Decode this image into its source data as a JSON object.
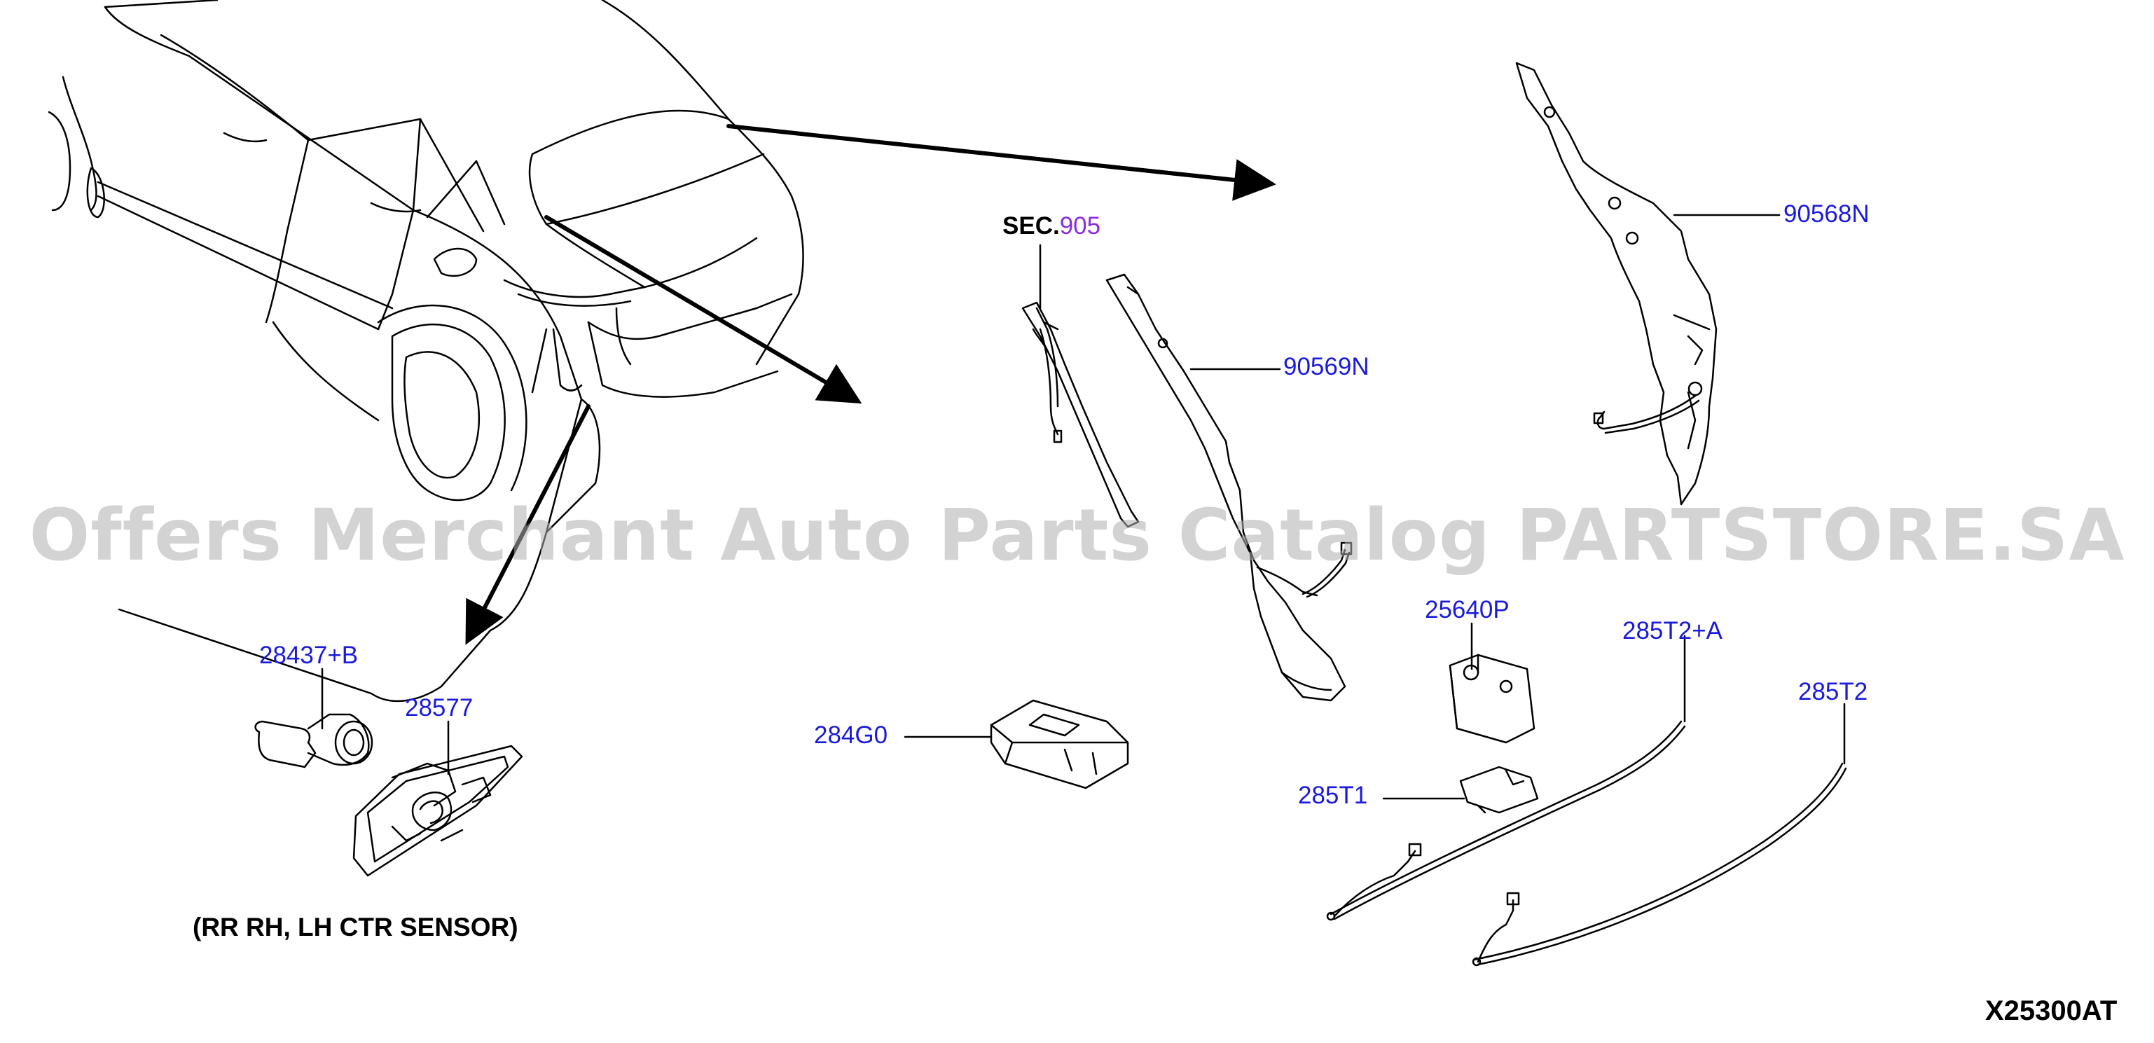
{
  "watermark": "Offers Merchant Auto Parts Catalog PARTSTORE.SA",
  "diagram_code": "X25300AT",
  "note": "(RR RH, LH CTR SENSOR)",
  "section_ref": {
    "prefix": "SEC.",
    "number": "905"
  },
  "parts": {
    "p_90568N": "90568N",
    "p_90569N": "90569N",
    "p_25640P": "25640P",
    "p_285T2A": "285T2+A",
    "p_285T2": "285T2",
    "p_285T1": "285T1",
    "p_284G0": "284G0",
    "p_28437B": "28437+B",
    "p_28577": "28577"
  },
  "colors": {
    "part_label": "#1a1adc",
    "section_number": "#8a2be2",
    "line": "#000000",
    "watermark": "#afafaf"
  }
}
